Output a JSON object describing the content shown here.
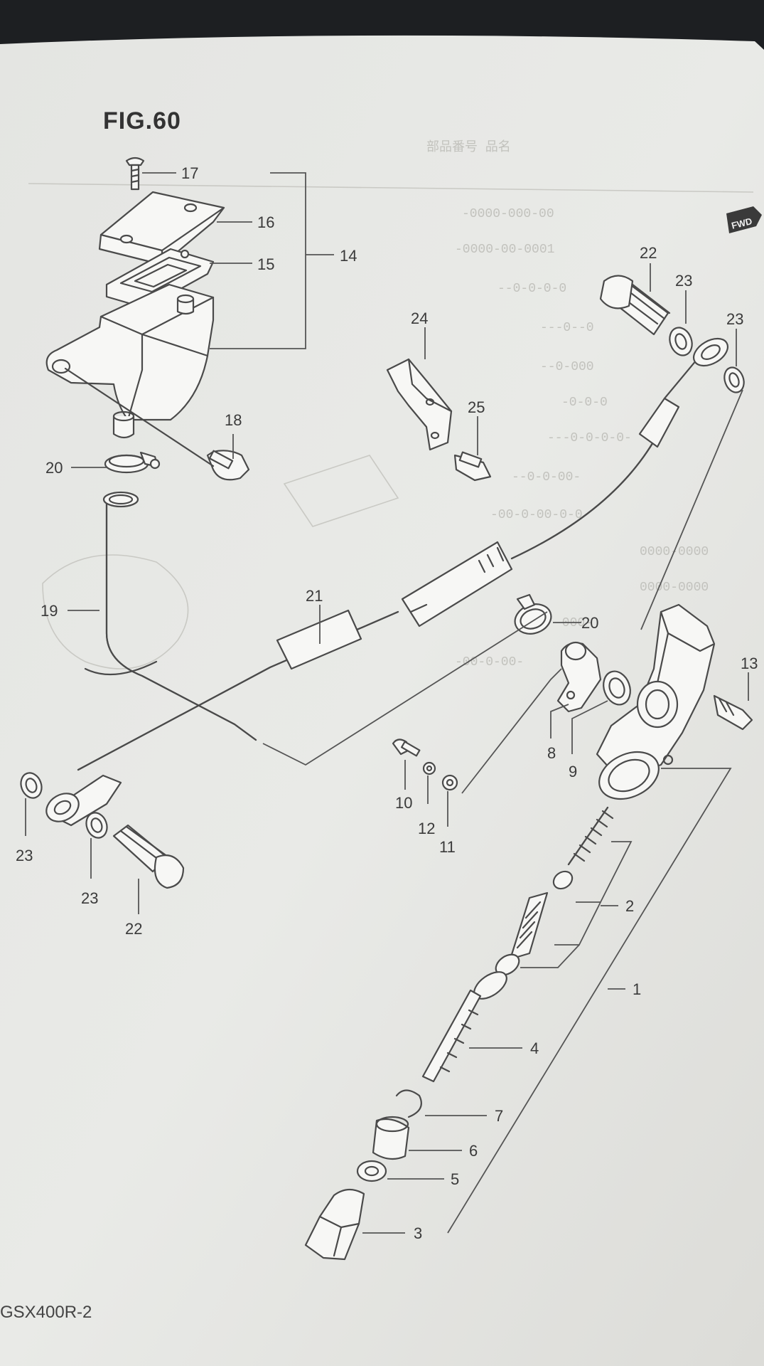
{
  "figure": {
    "title": "FIG.60",
    "footer": "GSX400R-2",
    "fwd_mark": "FWD"
  },
  "callouts": [
    "17",
    "16",
    "15",
    "14",
    "18",
    "20",
    "19",
    "21",
    "22",
    "23",
    "23",
    "24",
    "25",
    "20",
    "13",
    "8",
    "9",
    "10",
    "12",
    "11",
    "23",
    "23",
    "22",
    "2",
    "1",
    "4",
    "7",
    "6",
    "5",
    "3"
  ]
}
